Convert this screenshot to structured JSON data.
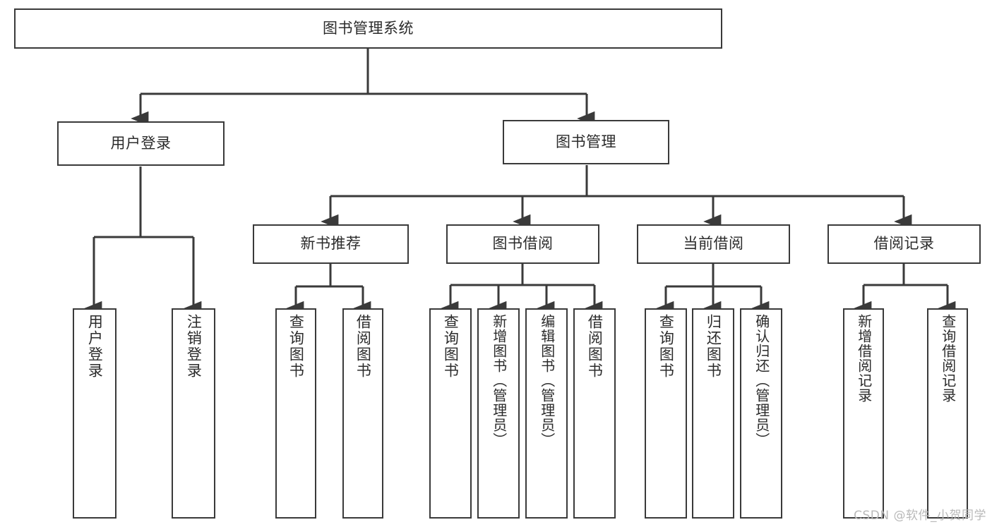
{
  "diagram": {
    "title": "图书管理系统",
    "type": "tree-hierarchy-diagram",
    "root": {
      "label": "图书管理系统"
    },
    "level2": [
      {
        "label": "用户登录"
      },
      {
        "label": "图书管理"
      }
    ],
    "level3": [
      {
        "label": "新书推荐"
      },
      {
        "label": "图书借阅"
      },
      {
        "label": "当前借阅"
      },
      {
        "label": "借阅记录"
      }
    ],
    "leaves": {
      "user_login": [
        {
          "label": "用户登录"
        },
        {
          "label": "注销登录"
        }
      ],
      "new_book_recommend": [
        {
          "label": "查询图书"
        },
        {
          "label": "借阅图书"
        }
      ],
      "book_borrow": [
        {
          "label": "查询图书"
        },
        {
          "label": "新增图书（管理员）"
        },
        {
          "label": "编辑图书（管理员）"
        },
        {
          "label": "借阅图书"
        }
      ],
      "current_borrow": [
        {
          "label": "查询图书"
        },
        {
          "label": "归还图书"
        },
        {
          "label": "确认归还（管理员）"
        }
      ],
      "borrow_records": [
        {
          "label": "新增借阅记录"
        },
        {
          "label": "查询借阅记录"
        }
      ]
    }
  },
  "watermark": {
    "text": "CSDN @软件_小贺同学"
  },
  "colors": {
    "stroke": "#3a3a3a",
    "text": "#2b2b2b",
    "background": "#ffffff",
    "watermark": "#b9b9b9"
  }
}
